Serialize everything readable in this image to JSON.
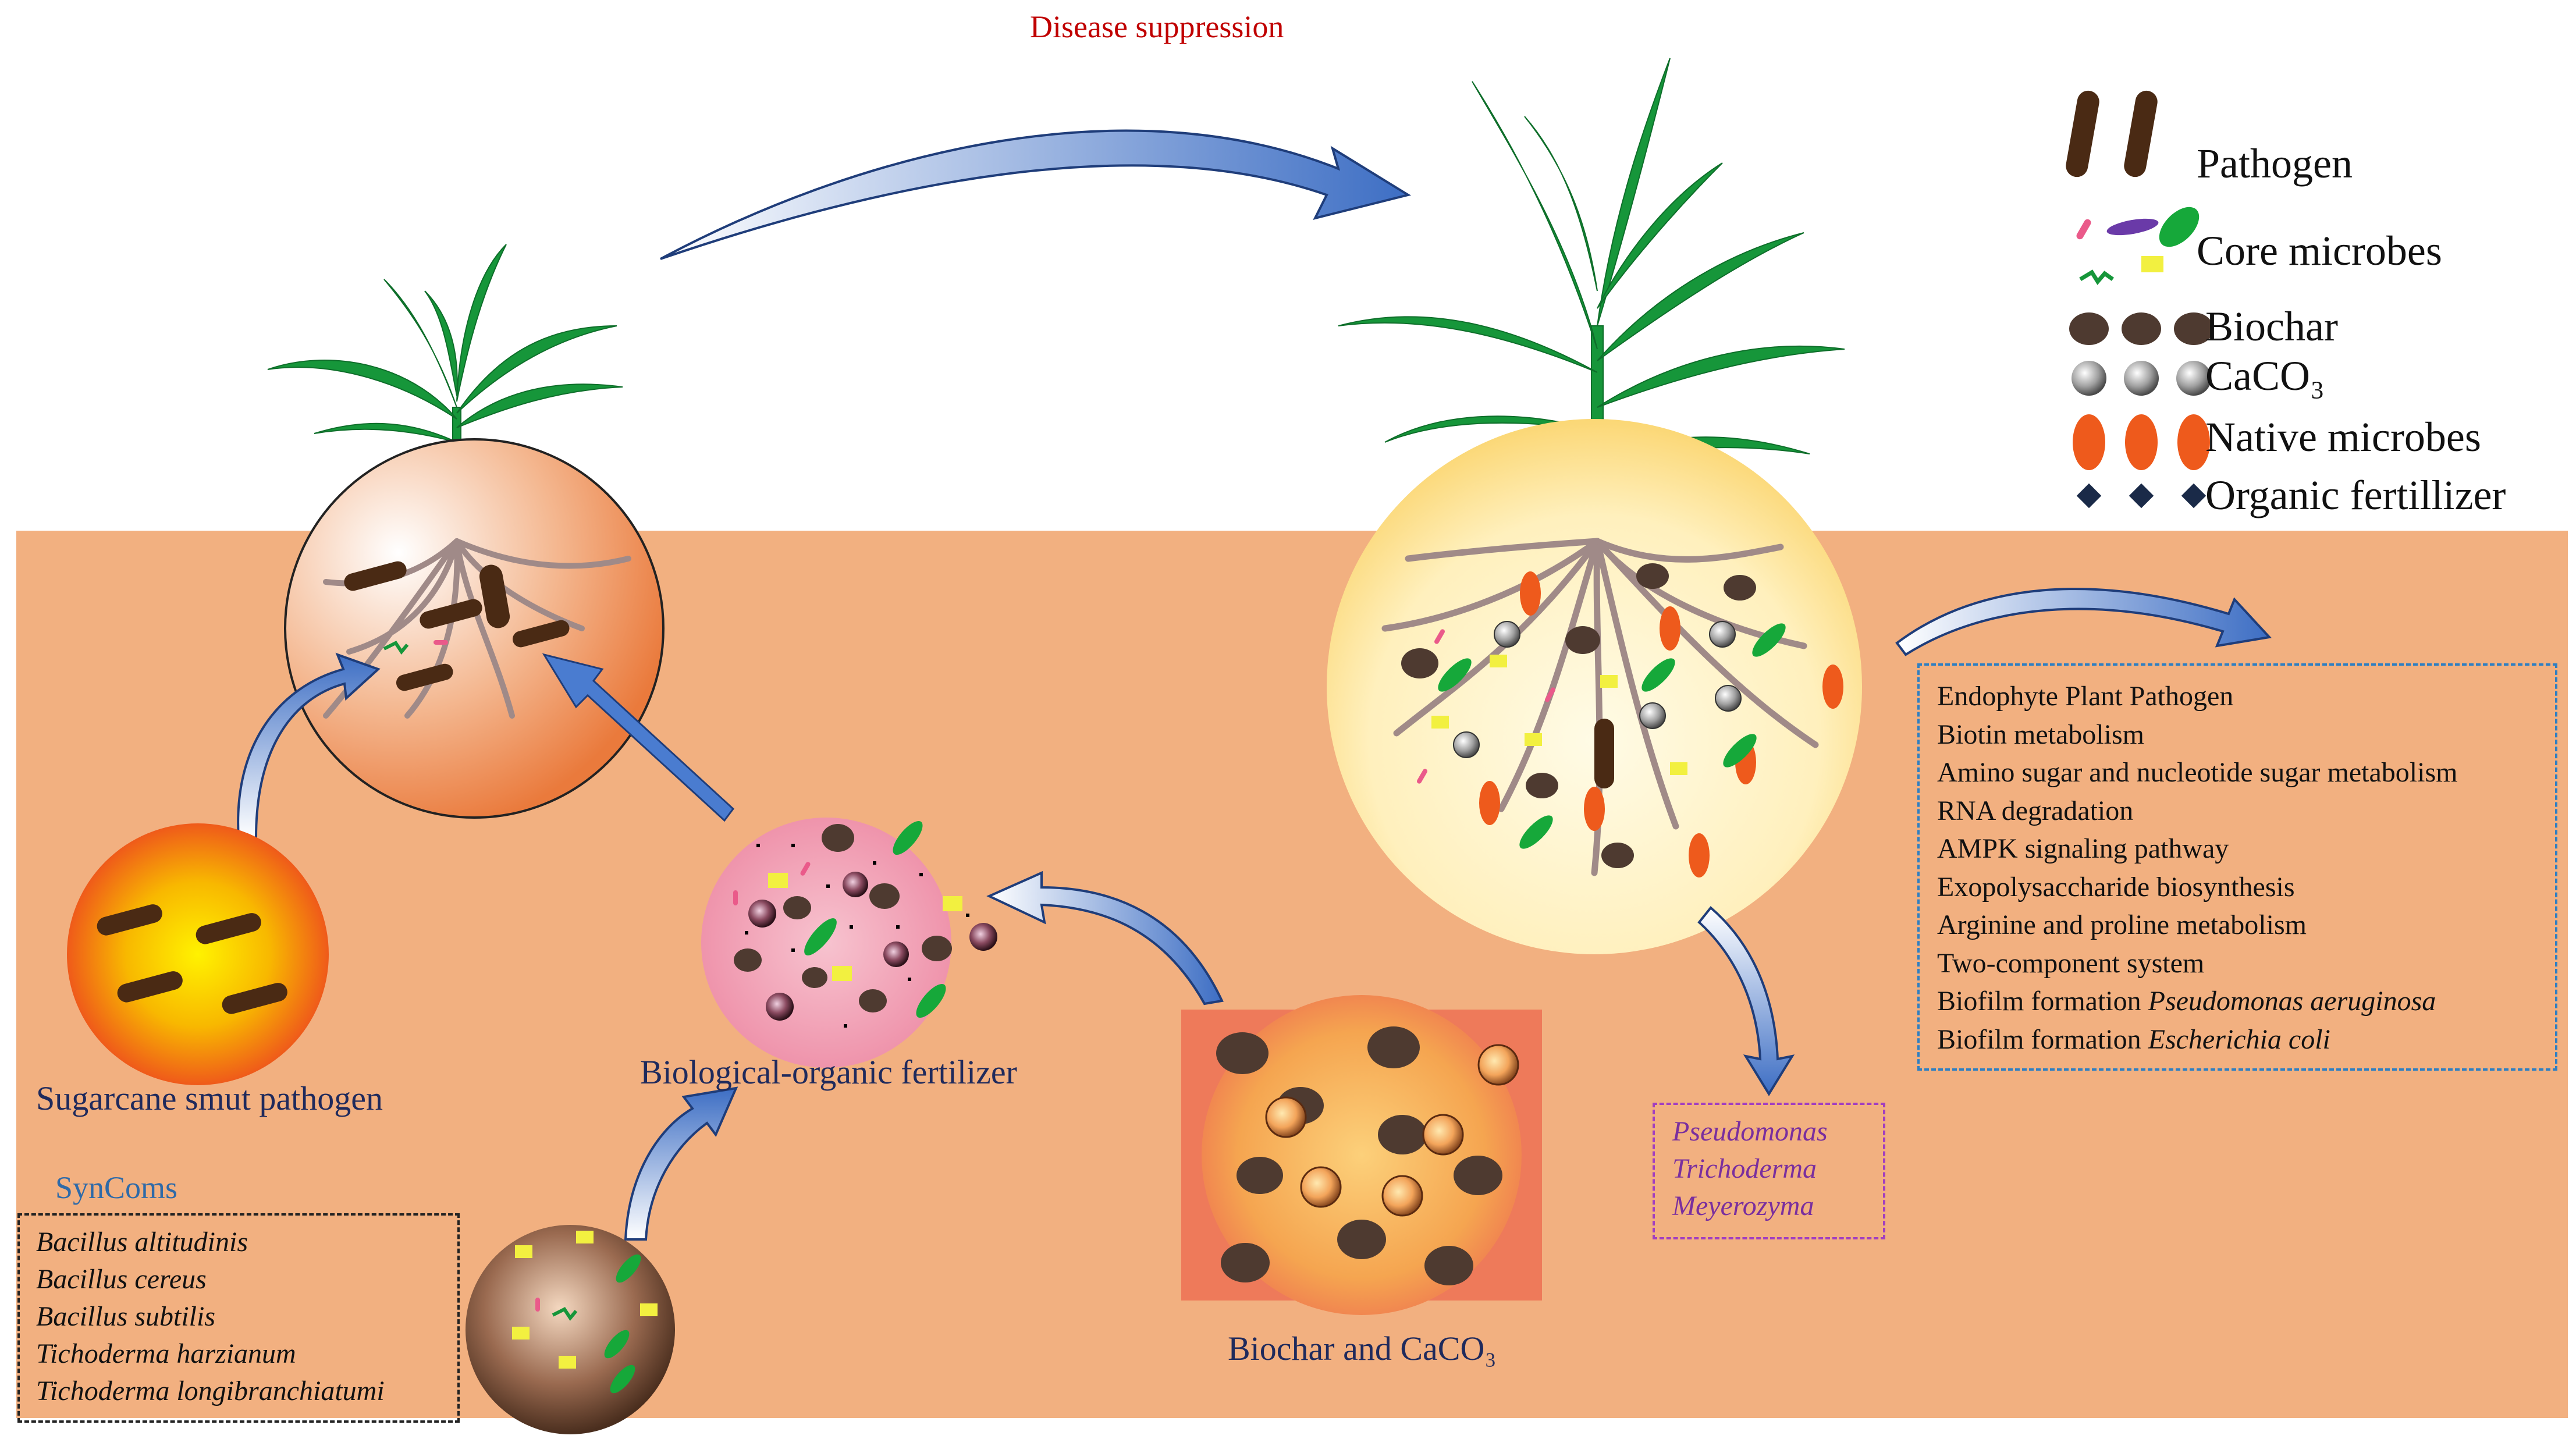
{
  "title": "Disease suppression",
  "legend": {
    "items": [
      {
        "label": "Pathogen",
        "icon": "pathogen-icon"
      },
      {
        "label": "Core microbes",
        "icon": "core-microbes-icon"
      },
      {
        "label": "Biochar",
        "icon": "biochar-icon"
      },
      {
        "label": "CaCO₃",
        "icon": "caco3-icon"
      },
      {
        "label": "Native microbes",
        "icon": "native-microbes-icon"
      },
      {
        "label": "Organic  fertillizer",
        "icon": "organic-fertilizer-icon"
      }
    ]
  },
  "labels": {
    "pathogen": "Sugarcane smut pathogen",
    "fertilizer": "Biological-organic fertilizer",
    "biochar": "Biochar  and CaCO₃",
    "syncoms_title": "SynComs"
  },
  "syncoms": [
    "Bacillus altitudinis",
    "Bacillus cereus",
    "Bacillus subtilis",
    "Tichoderma harzianum",
    "Tichoderma longibranchiatumi"
  ],
  "genera": [
    "Pseudomonas",
    "Trichoderma",
    "Meyerozyma"
  ],
  "pathways": [
    {
      "text": "Endophyte Plant Pathogen",
      "italic": ""
    },
    {
      "text": "Biotin metabolism",
      "italic": ""
    },
    {
      "text": "Amino sugar and nucleotide sugar metabolism",
      "italic": ""
    },
    {
      "text": "RNA degradation",
      "italic": ""
    },
    {
      "text": "AMPK signaling pathway",
      "italic": ""
    },
    {
      "text": "Exopolysaccharide biosynthesis",
      "italic": ""
    },
    {
      "text": "Arginine and proline metabolism",
      "italic": ""
    },
    {
      "text": "Two-component system",
      "italic": ""
    },
    {
      "text": "Biofilm formation ",
      "italic": "Pseudomonas aeruginosa"
    },
    {
      "text": "Biofilm formation ",
      "italic": "Escherichia coli"
    }
  ],
  "colors": {
    "soil": "#f2b080",
    "leaf": "#16963a",
    "root": "#a08a88",
    "arrow": "#3d6ec4",
    "pathogen": "#4a2a14",
    "biochar": "#4e3a30",
    "native": "#ee5a1c"
  }
}
